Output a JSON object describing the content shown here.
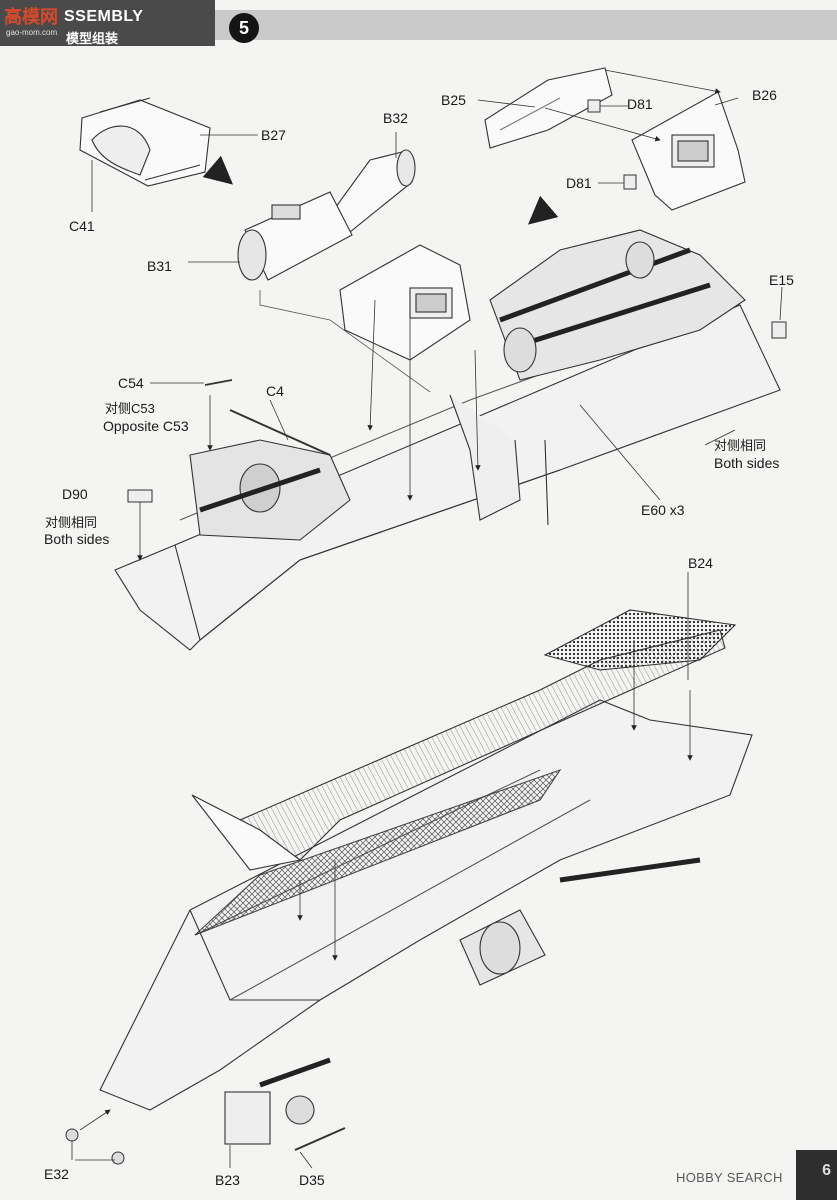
{
  "header": {
    "logo_text": "高模网",
    "logo_url": "gao-mom.com",
    "title": "SSEMBLY",
    "subtitle": "模型组装",
    "step_number": "5"
  },
  "labels": {
    "b27": "B27",
    "c41": "C41",
    "b32": "B32",
    "b31": "B31",
    "b25": "B25",
    "d81_a": "D81",
    "b26": "B26",
    "d81_b": "D81",
    "e15": "E15",
    "c54": "C54",
    "c4": "C4",
    "opp_cn": "对侧C53",
    "opp_en": "Opposite C53",
    "both_cn_right": "对侧相同",
    "both_en_right": "Both sides",
    "e60": "E60 x3",
    "d90": "D90",
    "both_cn_left": "对侧相同",
    "both_en_left": "Both sides",
    "b24": "B24",
    "e32": "E32",
    "b23": "B23",
    "d35": "D35"
  },
  "watermark": "HOBBY SEARCH",
  "page_corner": "6"
}
